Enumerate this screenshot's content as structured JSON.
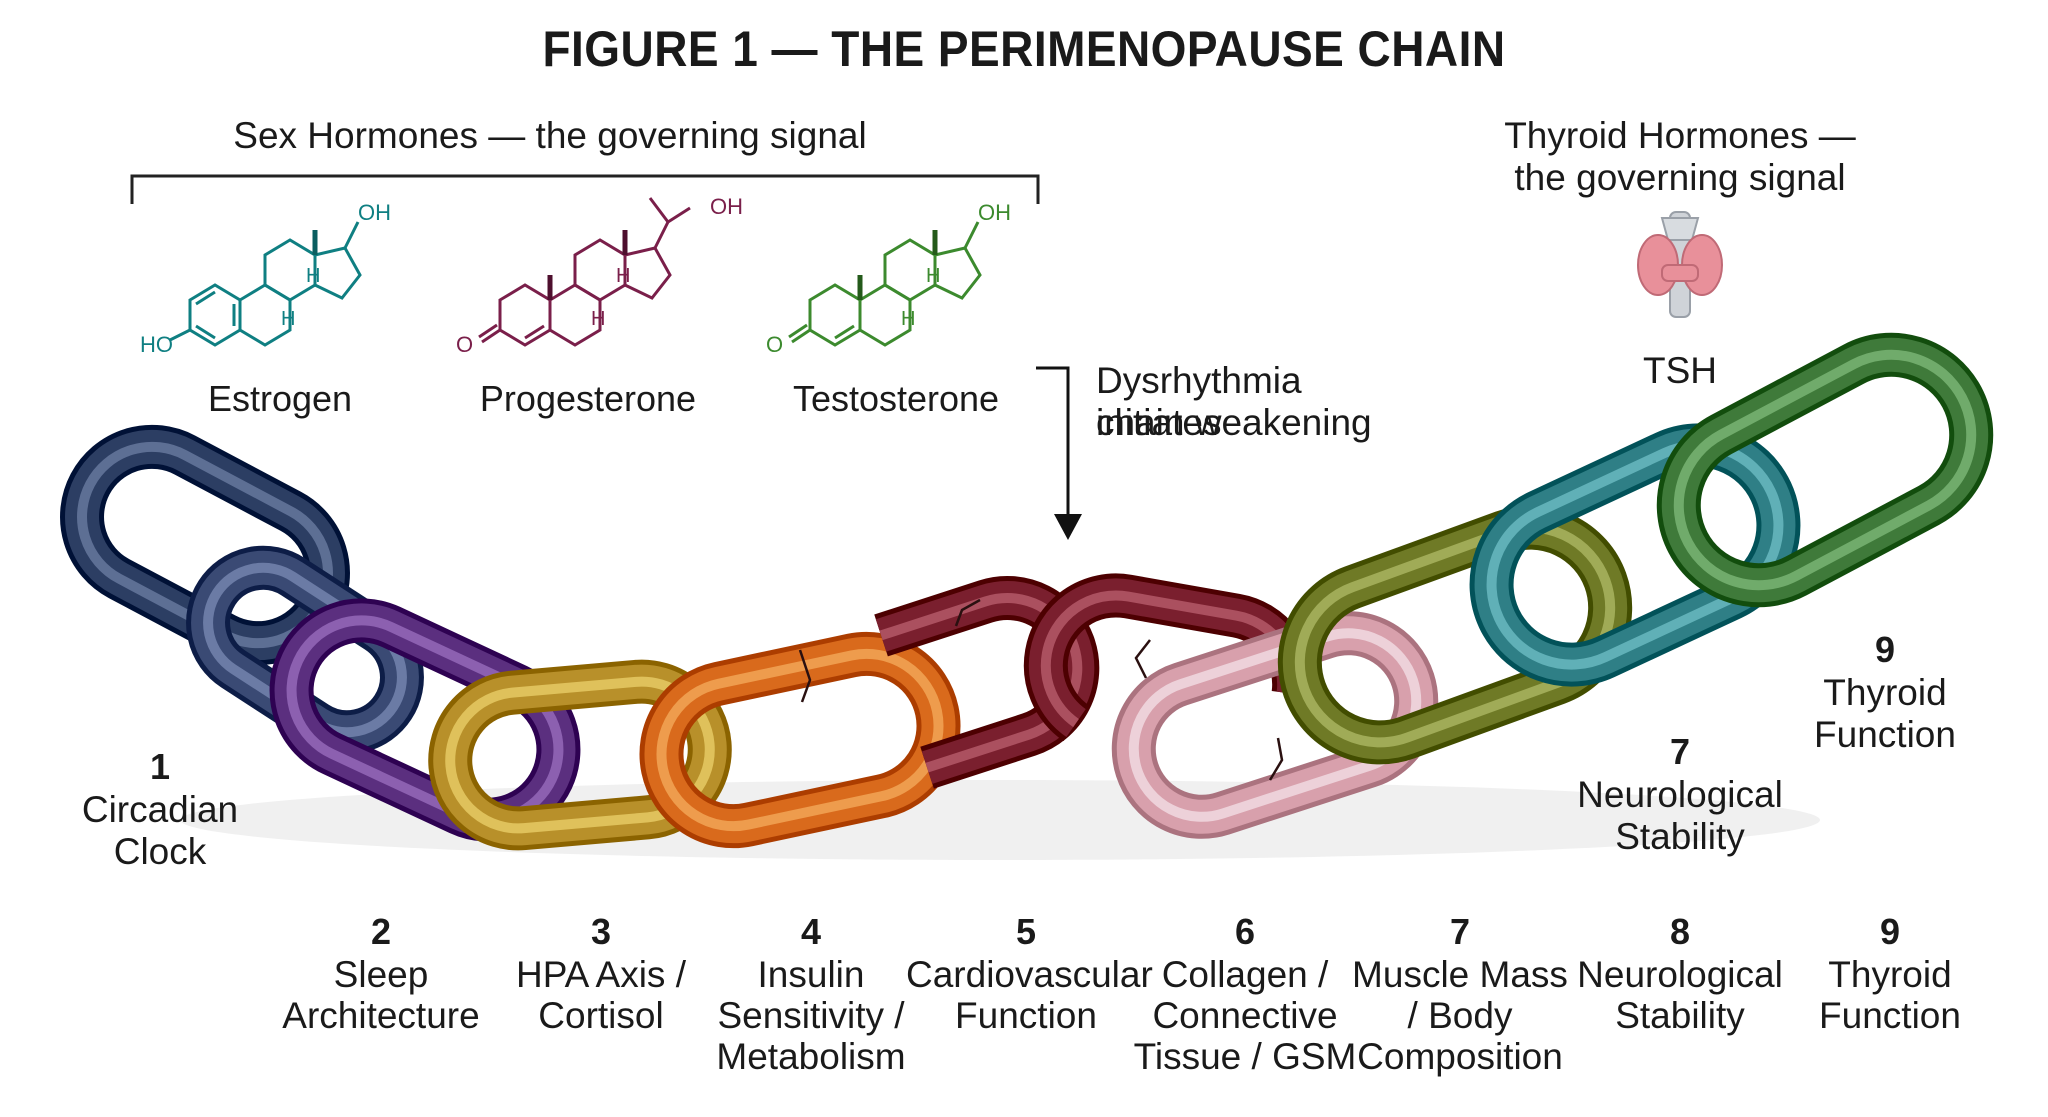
{
  "title": "FIGURE 1 — THE PERIMENOPAUSE CHAIN",
  "sex_hormones": {
    "header": "Sex Hormones — the governing signal",
    "molecules": [
      {
        "name": "Estrogen",
        "atom": "OH",
        "atom2": "HO",
        "color": "#0f7f82"
      },
      {
        "name": "Progesterone",
        "atom": "OH",
        "atom2": "O",
        "color": "#7a1f4a"
      },
      {
        "name": "Testosterone",
        "atom": "OH",
        "atom2": "O",
        "color": "#3c8a2e"
      }
    ],
    "stereo_h": "H"
  },
  "thyroid": {
    "header_line1": "Thyroid Hormones —",
    "header_line2": "the governing signal",
    "tsh": "TSH",
    "gland_color": "#e8909a"
  },
  "dysrhythmia": {
    "line1": "Dysrhythmia initiates",
    "line2": "chain weakening"
  },
  "link_colors": [
    "#2c3e63",
    "#3a4a74",
    "#5b2f7f",
    "#b8902a",
    "#d96a1c",
    "#7a1f2e",
    "#7a1f2e",
    "#d8a0ac",
    "#6f7a26",
    "#2f7f86",
    "#3f7a3a"
  ],
  "side_labels": [
    {
      "num": "1",
      "line1": "Circadian",
      "line2": "Clock"
    },
    {
      "num": "7",
      "line1": "Neurological",
      "line2": "Stability"
    },
    {
      "num": "9",
      "line1": "Thyroid",
      "line2": "Function"
    }
  ],
  "bottom_labels": [
    {
      "num": "2",
      "lines": [
        "Sleep",
        "Architecture"
      ]
    },
    {
      "num": "3",
      "lines": [
        "HPA Axis /",
        "Cortisol"
      ]
    },
    {
      "num": "4",
      "lines": [
        "Insulin",
        "Sensitivity /",
        "Metabolism"
      ]
    },
    {
      "num": "5",
      "lines": [
        "Cardiovascular",
        "Function"
      ]
    },
    {
      "num": "6",
      "lines": [
        "Collagen /",
        "Connective",
        "Tissue / GSM"
      ]
    },
    {
      "num": "7",
      "lines": [
        "Muscle Mass",
        "/ Body",
        "Composition"
      ]
    },
    {
      "num": "8",
      "lines": [
        "Neurological",
        "Stability"
      ]
    },
    {
      "num": "9",
      "lines": [
        "Thyroid",
        "Function"
      ]
    }
  ]
}
